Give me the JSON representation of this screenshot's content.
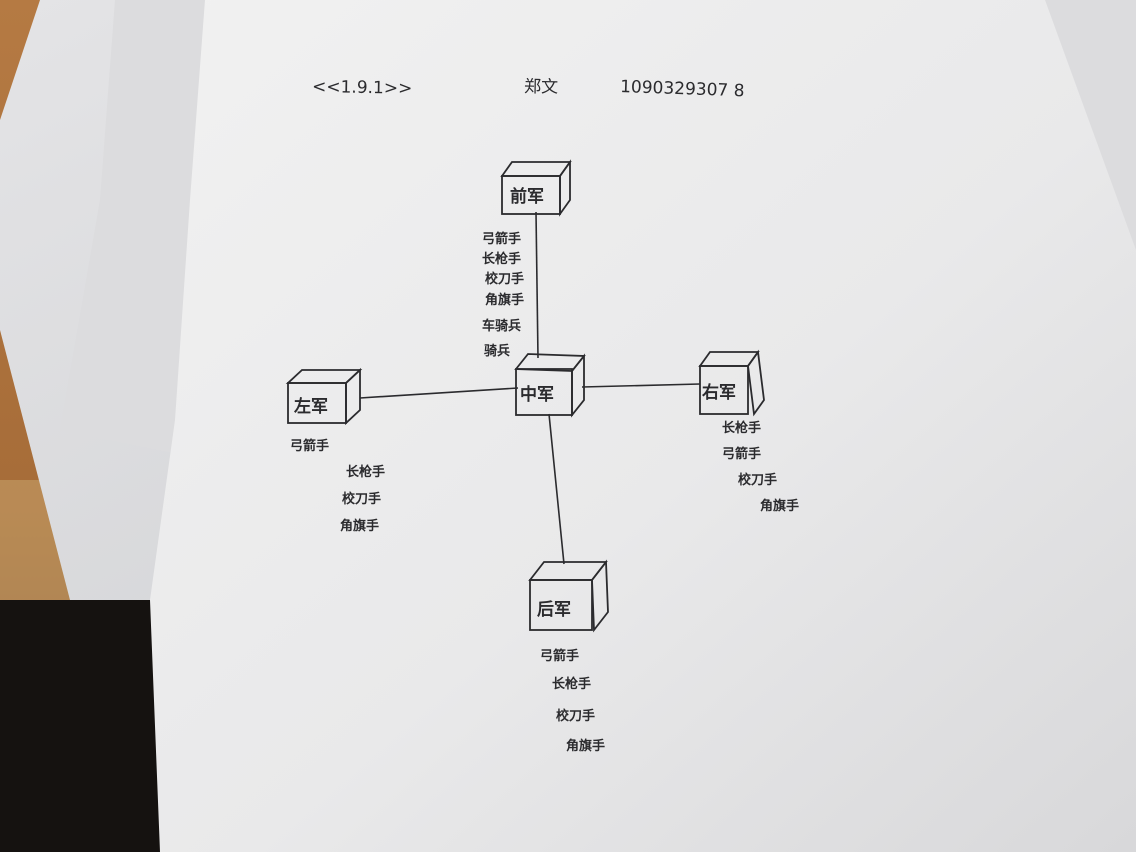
{
  "header": {
    "section": "<<1.9.1>>",
    "name": "郑文",
    "student_id": "1090329307 8"
  },
  "nodes": {
    "front": {
      "label": "前军",
      "notes": [
        "弓箭手",
        "长枪手",
        "校刀手",
        "角旗手",
        "车骑兵",
        "骑兵"
      ]
    },
    "center": {
      "label": "中军",
      "notes": []
    },
    "left": {
      "label": "左军",
      "notes": [
        "弓箭手",
        "长枪手",
        "校刀手",
        "角旗手"
      ]
    },
    "right": {
      "label": "右军",
      "notes": [
        "长枪手",
        "弓箭手",
        "校刀手",
        "角旗手"
      ]
    },
    "rear": {
      "label": "后军",
      "notes": [
        "弓箭手",
        "长枪手",
        "校刀手",
        "角旗手"
      ]
    }
  },
  "colors": {
    "desk": "#c98a4e",
    "paper": "#ededed",
    "ink": "#2b2b2e"
  }
}
